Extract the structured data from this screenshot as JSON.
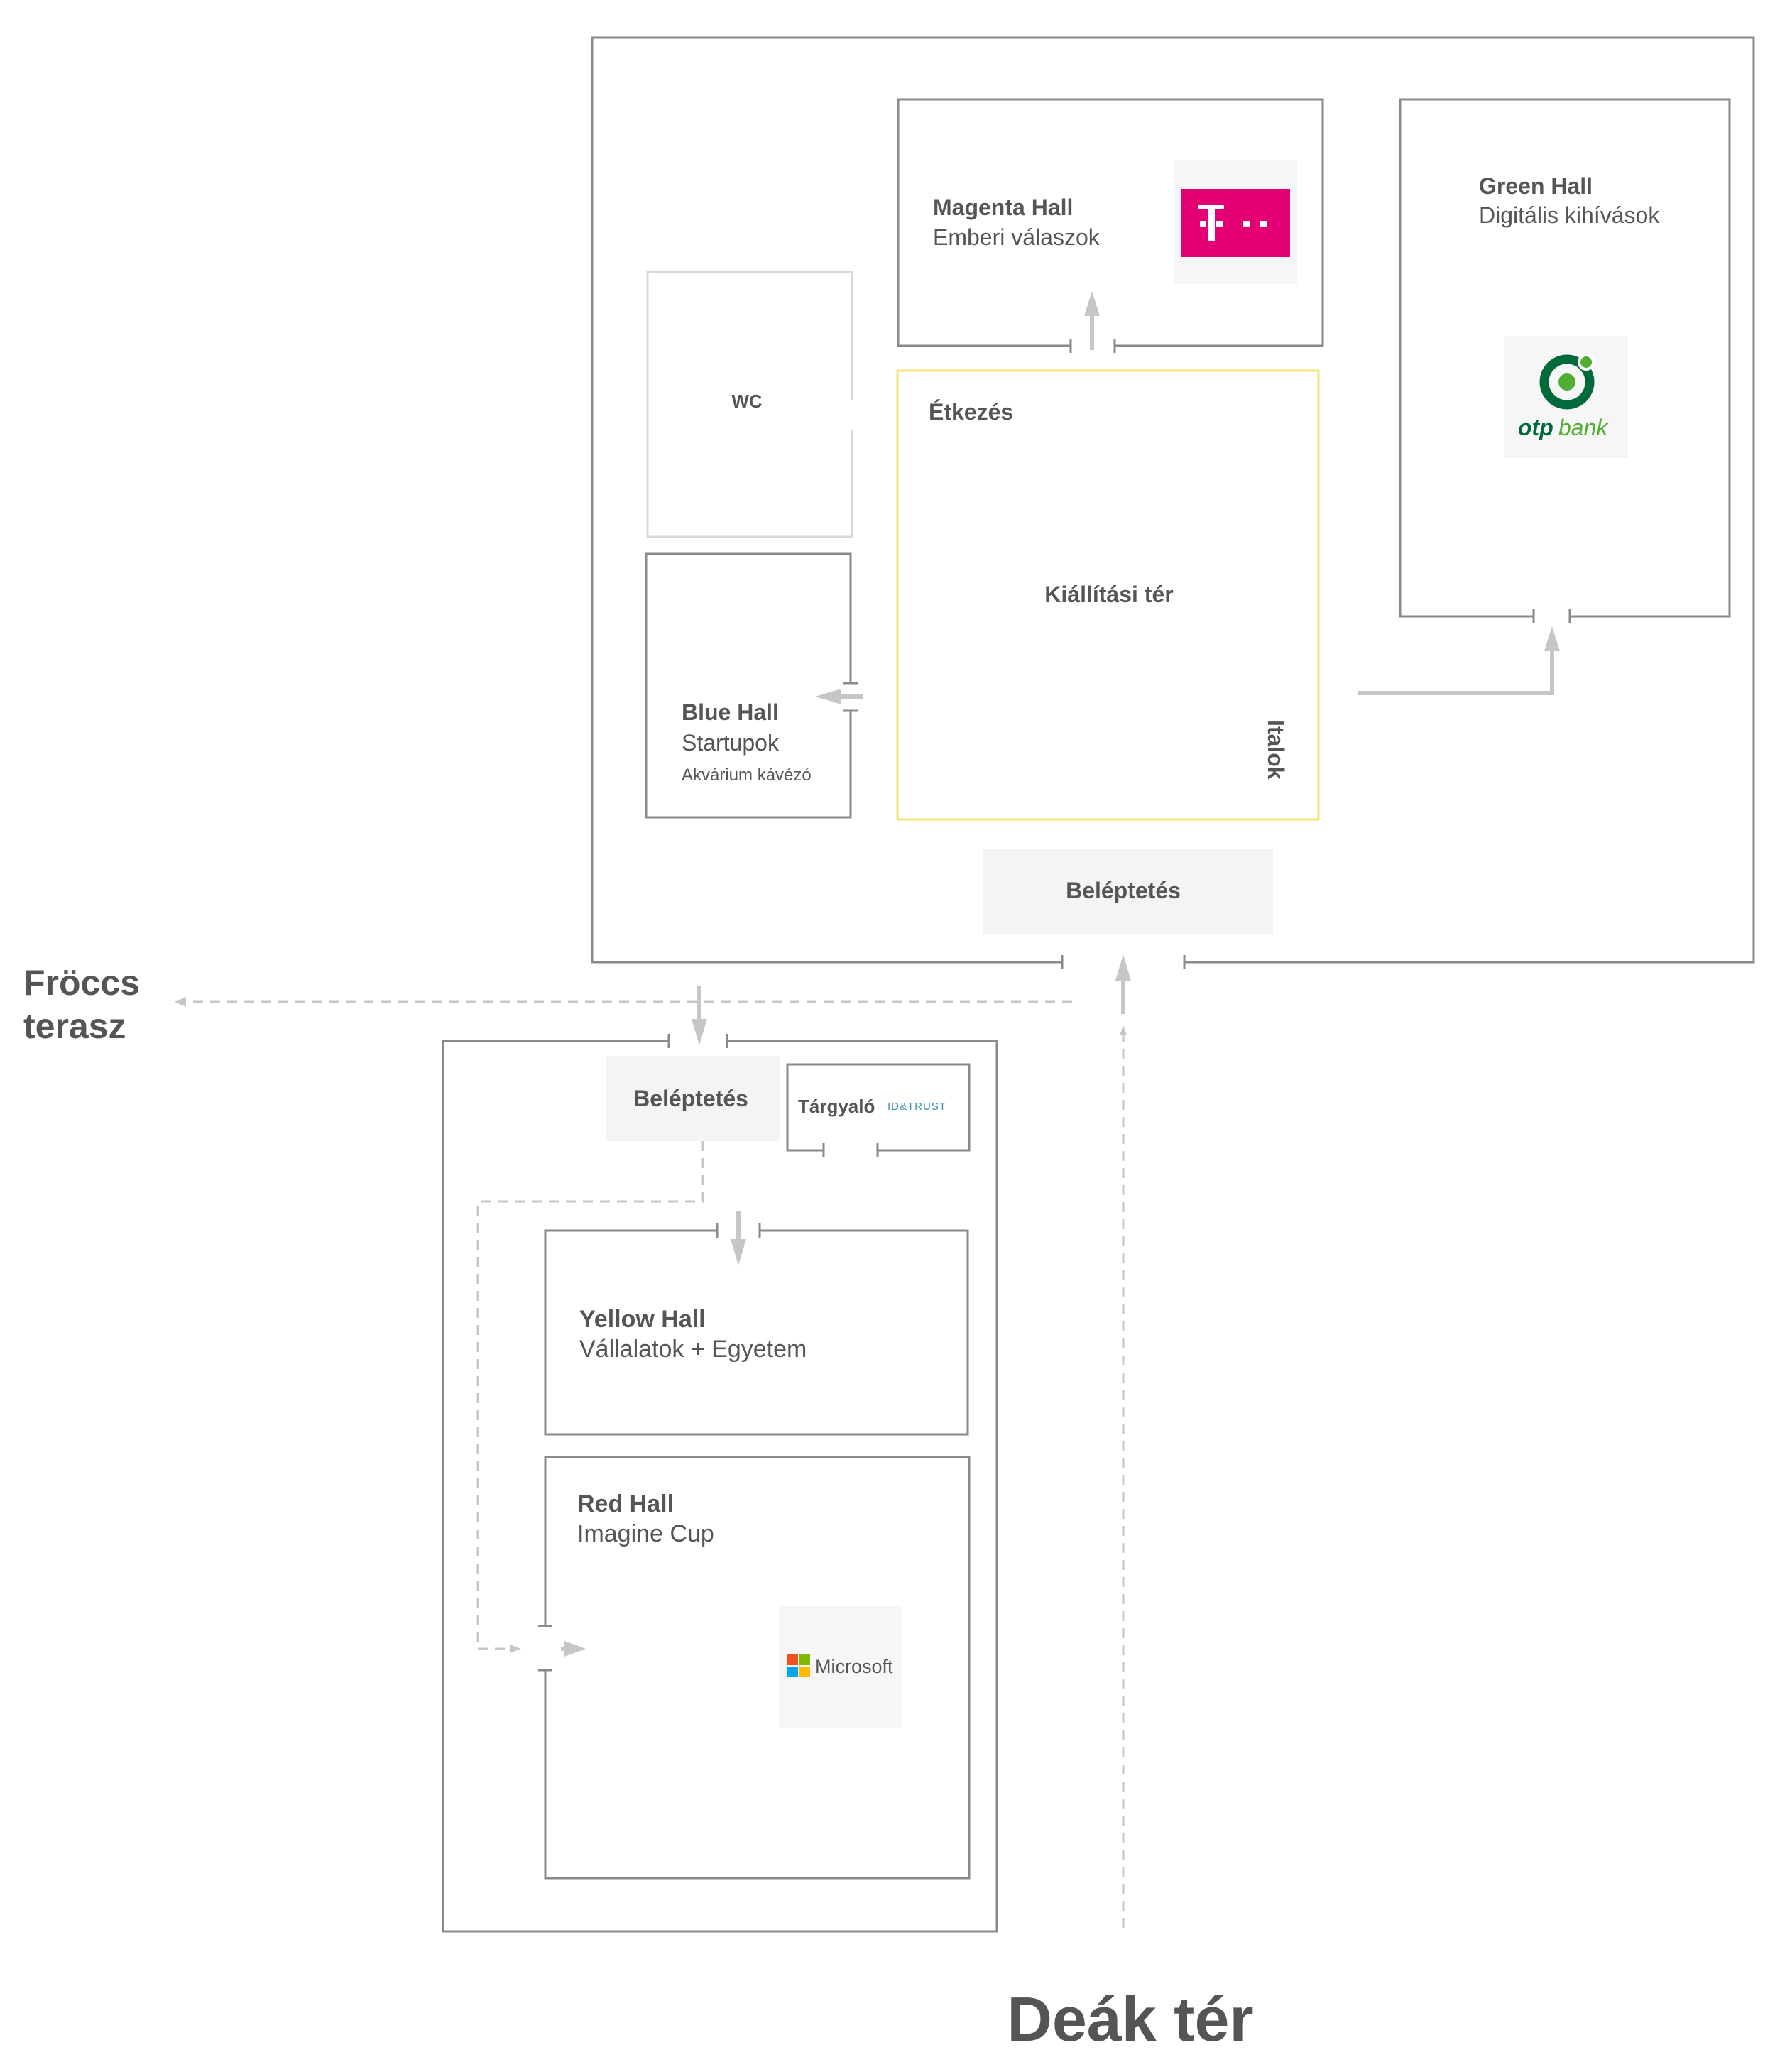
{
  "rooms": {
    "magenta": {
      "name": "Magenta Hall",
      "subtitle": "Emberi válaszok"
    },
    "green": {
      "name": "Green Hall",
      "subtitle": "Digitális kihívások"
    },
    "wc": {
      "name": "WC"
    },
    "blue": {
      "name": "Blue Hall",
      "subtitle": "Startupok",
      "note": "Akvárium kávézó"
    },
    "exhibition": {
      "name": "Kiállítási tér",
      "food": "Étkezés",
      "drinks": "Italok"
    },
    "yellow": {
      "name": "Yellow Hall",
      "subtitle": "Vállalatok + Egyetem"
    },
    "red": {
      "name": "Red Hall",
      "subtitle": "Imagine Cup"
    },
    "meeting": {
      "name": "Tárgyaló"
    }
  },
  "entrances": {
    "main": "Beléptetés",
    "lower": "Beléptetés"
  },
  "places": {
    "terrace_line1": "Fröccs",
    "terrace_line2": "terasz",
    "square": "Deák tér"
  },
  "logos": {
    "telekom": {
      "icon": "telekom-logo-icon",
      "mark": "T",
      "color": "#e20074"
    },
    "otp": {
      "icon": "otp-bank-logo-icon",
      "text_otp": "otp",
      "text_bank": "bank",
      "color_dark": "#006a3a",
      "color_light": "#52ae32"
    },
    "microsoft": {
      "icon": "microsoft-logo-icon",
      "text": "Microsoft",
      "colors": [
        "#f25022",
        "#7fba00",
        "#00a4ef",
        "#ffb900"
      ]
    },
    "idtrust": {
      "icon": "idtrust-logo-icon",
      "text": "ID&TRUST"
    }
  }
}
